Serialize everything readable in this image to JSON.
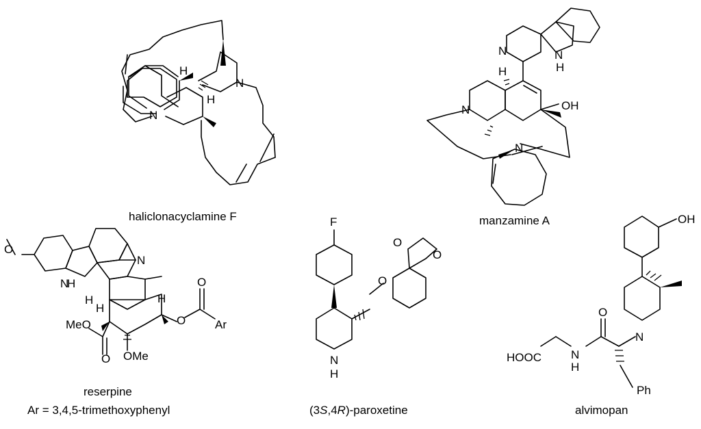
{
  "compounds": {
    "haliclonacyclamine_f": {
      "name": "haliclonacyclamine F",
      "atoms": {
        "h1": "H",
        "h2": "H",
        "n1": "N",
        "n2": "N"
      }
    },
    "manzamine_a": {
      "name": "manzamine A",
      "atoms": {
        "n_pyr": "N",
        "nh": "N",
        "nh_h": "H",
        "h": "H",
        "n1": "N",
        "oh": "OH",
        "n2": "N"
      }
    },
    "reserpine": {
      "name": "reserpine",
      "note": "Ar = 3,4,5-trimethoxyphenyl",
      "atoms": {
        "o_methoxy": "O",
        "nh": "N",
        "nh_h": "H",
        "n": "N",
        "h1": "H",
        "h2": "H",
        "h3": "H",
        "meo": "MeO",
        "o_carbonyl1": "O",
        "ome": "OMe",
        "o_ester": "O",
        "o_carbonyl2": "O",
        "ar": "Ar"
      }
    },
    "paroxetine": {
      "name_prefix": "(3",
      "s1": "S",
      "mid": ",4",
      "r1": "R",
      "name_suffix": ")-paroxetine",
      "atoms": {
        "f": "F",
        "o_ether": "O",
        "o1": "O",
        "o2": "O",
        "n": "N",
        "n_h": "H"
      }
    },
    "alvimopan": {
      "name": "alvimopan",
      "atoms": {
        "oh": "OH",
        "n_pip": "N",
        "o": "O",
        "hooc": "HOOC",
        "n_amide": "N",
        "n_h": "H",
        "ph": "Ph"
      }
    }
  }
}
